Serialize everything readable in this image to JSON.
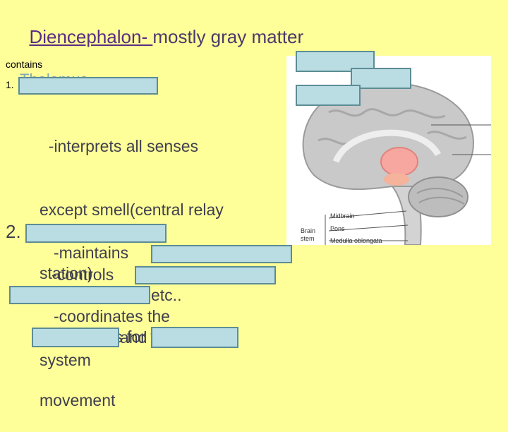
{
  "title": {
    "underlined": "Diencephalon- ",
    "rest": "mostly gray matter"
  },
  "contains_label": "contains",
  "item1": {
    "number": "1.",
    "hidden_heading": "Thalamus",
    "lines": [
      "  -interprets all senses",
      "except smell(central relay",
      "station)",
      "  -synapses for voluntary",
      "movement"
    ]
  },
  "item2": {
    "number": "2.",
    "line1": "-maintains",
    "line2": "-controls",
    "line3": "etc..",
    "line4": "-coordinates the",
    "line5": "and",
    "line6": "system"
  },
  "figure": {
    "labels": [
      "Midbrain",
      "Pons",
      "Medulla oblongata",
      "Brain stem"
    ]
  },
  "colors": {
    "background": "#ffff99",
    "cover_box": "#b9dde3",
    "cover_border": "#5d8c95",
    "thalamus": "#f7a6a0"
  }
}
